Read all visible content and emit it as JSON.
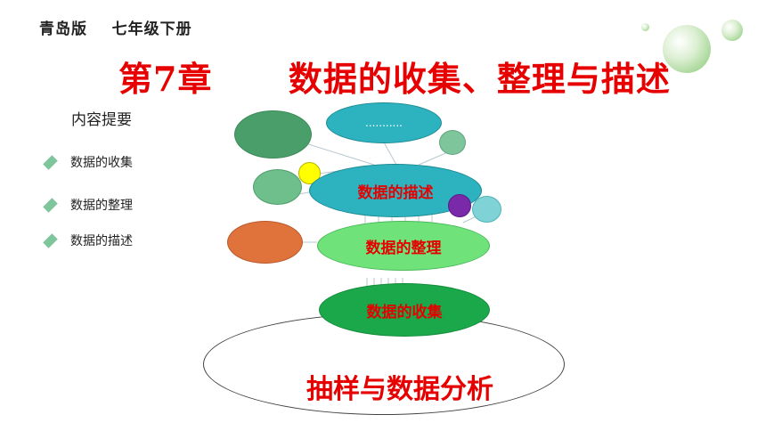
{
  "header": {
    "text": "青岛版    七年级下册"
  },
  "title": "第7章      数据的收集、整理与描述",
  "outline": {
    "title": "内容提要",
    "items": [
      "数据的收集",
      "数据的整理",
      "数据的描述"
    ]
  },
  "diagram": {
    "top_oval": "...........",
    "describe": "数据的描述",
    "organize": "数据的整理",
    "collect": "数据的收集",
    "base": "抽样与数据分析"
  },
  "colors": {
    "title_red": "#e60000",
    "dark_green": "#4a9e6a",
    "teal": "#2db3bf",
    "light_green": "#6fe27a",
    "green": "#1aa84a",
    "orange": "#e0723c",
    "yellow": "#ffff00",
    "purple": "#7a2aa8"
  }
}
